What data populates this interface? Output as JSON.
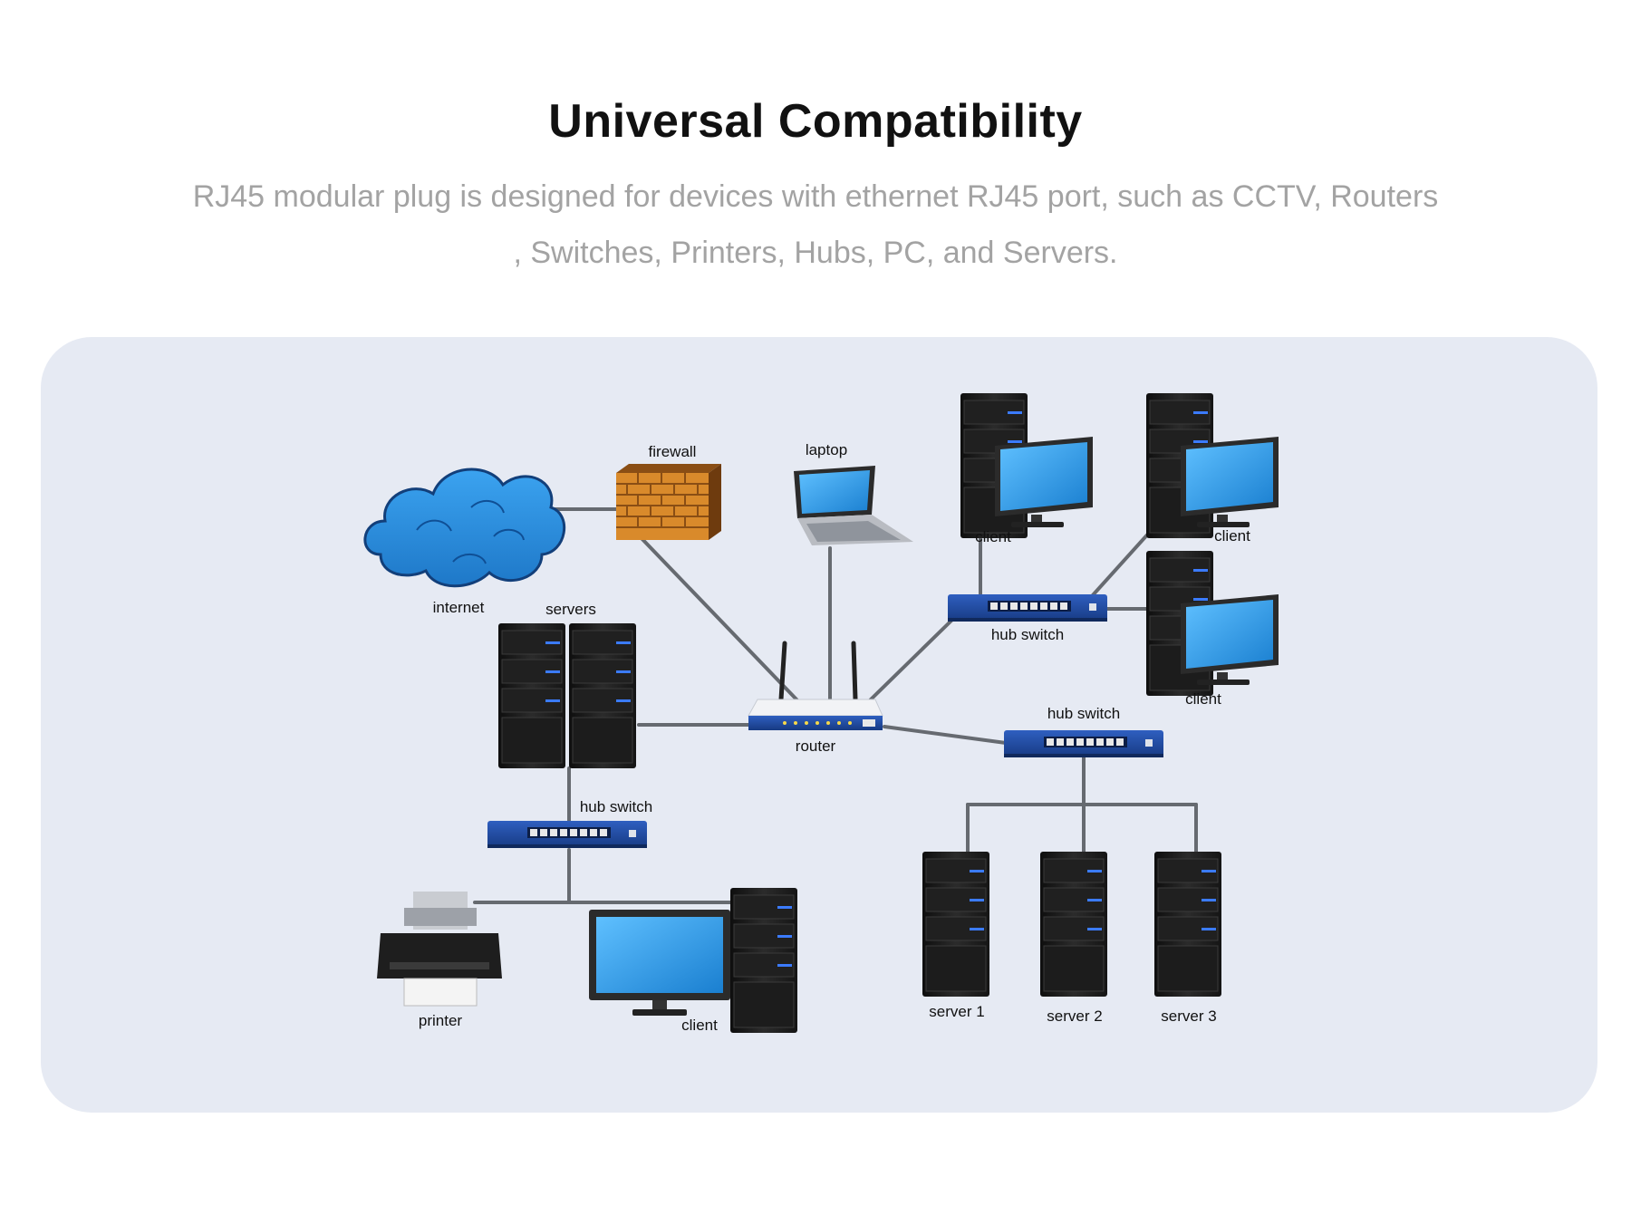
{
  "header": {
    "title": "Universal Compatibility",
    "subtitle_line1": "RJ45 modular plug is designed for devices with ethernet RJ45 port, such as CCTV, Routers",
    "subtitle_line2": ", Switches, Printers, Hubs, PC, and Servers."
  },
  "diagram": {
    "labels": {
      "internet": "internet",
      "firewall": "firewall",
      "laptop": "laptop",
      "client_top_left": "client",
      "client_top_right": "client",
      "client_mid_right": "client",
      "hub_switch_top": "hub switch",
      "servers": "servers",
      "router": "router",
      "hub_switch_right": "hub switch",
      "hub_switch_left": "hub switch",
      "printer": "printer",
      "client_bottom": "client",
      "server1": "server 1",
      "server2": "server 2",
      "server3": "server 3"
    },
    "colors": {
      "cloud": "#2a8fe0",
      "firewall": "#d98a2b",
      "switch": "#1f4aa0",
      "screen": "#2a9de8",
      "tower": "#1b1b1b",
      "accent_led": "#3b7bff"
    }
  }
}
